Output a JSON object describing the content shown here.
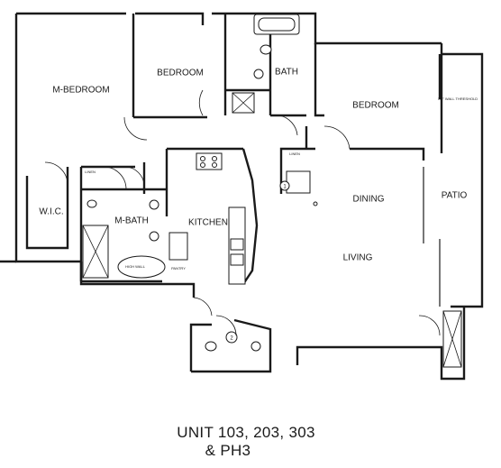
{
  "rooms": {
    "m_bedroom": "M-BEDROOM",
    "bedroom_1": "BEDROOM",
    "bath": "BATH",
    "bedroom_2": "BEDROOM",
    "wic": "W.I.C.",
    "m_bath": "M-BATH",
    "kitchen": "KITCHEN",
    "dining": "DINING",
    "patio": "PATIO",
    "living": "LIVING"
  },
  "annotations": {
    "linen_1": "LINEN",
    "linen_2": "LINEN",
    "high_wall": "HIGH WALL",
    "pantry": "PANTRY",
    "threshold": "1/2\" WALL THRESHOLD",
    "bath_marker": "2",
    "stair_marker": "1"
  },
  "caption": {
    "line1": "UNIT 103, 203, 303",
    "line2": "& PH3"
  }
}
